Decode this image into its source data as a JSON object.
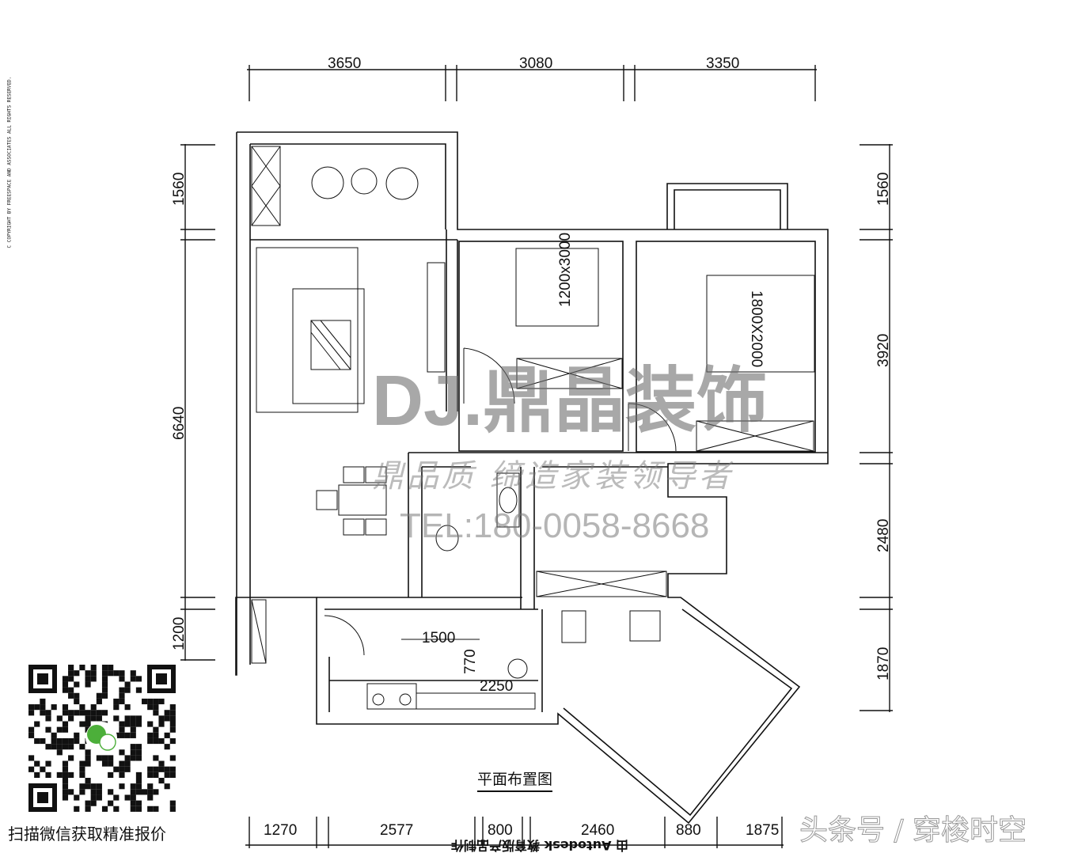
{
  "copyright": "C COPYRIGHT BY FREESPACE AND ASSOCIATES ALL RIGHTS RESERVED.",
  "dimensions": {
    "top": [
      "3650",
      "3080",
      "3350"
    ],
    "left": [
      "1560",
      "6640",
      "1200"
    ],
    "right": [
      "1560",
      "3920",
      "2480",
      "1870"
    ],
    "bottom": [
      "1270",
      "2577",
      "800",
      "2460",
      "880",
      "1875"
    ],
    "inner": [
      "1500",
      "770",
      "2250"
    ]
  },
  "bed_labels": [
    "1200x3000",
    "1800X2000"
  ],
  "plan_title": "平面布置图",
  "watermark": {
    "logo": "DJ.鼎晶装饰",
    "slogan": "鼎品质 缔造家装领导者",
    "phone": "TEL:180-0058-8668"
  },
  "qr_caption": "扫描微信获取精准报价",
  "source_tag": "头条号 / 穿梭时空",
  "bottom_cut_text": "由 Autodesk 教育版产品制作"
}
